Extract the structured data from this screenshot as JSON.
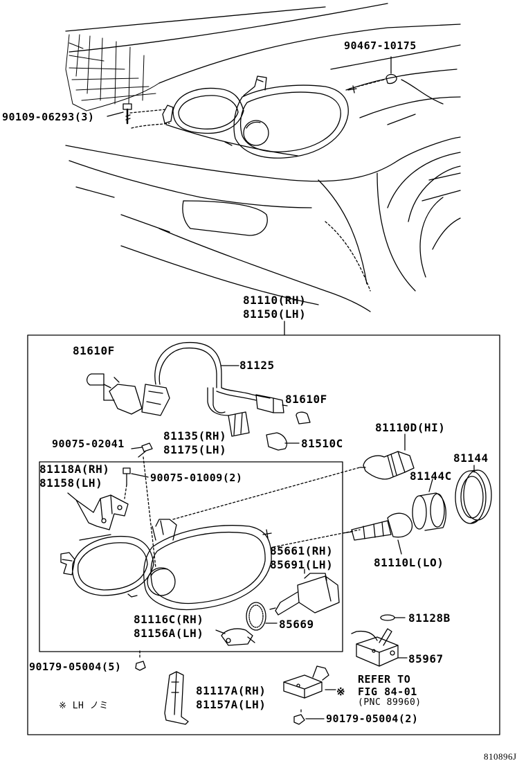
{
  "labels": {
    "bolt_top_right": "90467-10175",
    "screw_top_left": "90109-06293(3)",
    "assy_rh": "81110(RH)",
    "assy_lh": "81150(LH)",
    "bulb_left": "81610F",
    "wire": "81125",
    "bulb_right": "81610F",
    "socket_rh": "81135(RH)",
    "socket_lh": "81175(LH)",
    "bulb_81510c": "81510C",
    "screw_02041": "90075-02041",
    "bracket_rh": "81118A(RH)",
    "bracket_lh": "81158(LH)",
    "screw_01009": "90075-01009(2)",
    "bulb_hi": "81110D(HI)",
    "cap_81144": "81144",
    "cap_81144c": "81144C",
    "motor_rh": "85661(RH)",
    "motor_lh": "85691(LH)",
    "bulb_lo": "81110L(LO)",
    "bracket2_rh": "81116C(RH)",
    "bracket2_lh": "81156A(LH)",
    "ring_85669": "85669",
    "gasket_81128b": "81128B",
    "nut_left": "90179-05004(5)",
    "computer_85967": "85967",
    "refer_to": "REFER TO",
    "fig_ref": "FIG 84-01",
    "pnc_ref": "(PNC 89960)",
    "cover_rh": "81117A(RH)",
    "cover_lh": "81157A(LH)",
    "nut_bottom": "90179-05004(2)",
    "note_lh": "※ LH ノミ",
    "marker": "※",
    "figure_code": "810896J"
  }
}
